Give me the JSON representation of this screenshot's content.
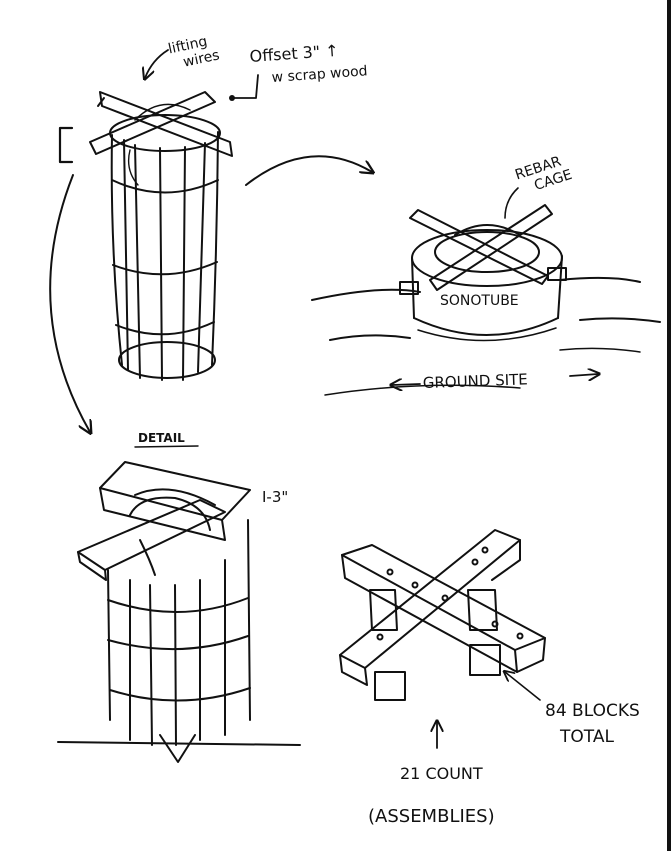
{
  "labels": {
    "lifting_wires": [
      "lifting",
      "wires"
    ],
    "offset": "Offset 3\" ↑",
    "scrap_wood": "w scrap wood",
    "rebar_cage": [
      "REBAR",
      "CAGE"
    ],
    "sonotube": "SONOTUBE",
    "ground_site": "GROUND SITE",
    "detail": "DETAIL",
    "dim_3in": "I-3\"",
    "blocks_total": [
      "84 BLOCKS",
      "TOTAL"
    ],
    "count": "21 COUNT",
    "assemblies": "(ASSEMBLIES)"
  }
}
